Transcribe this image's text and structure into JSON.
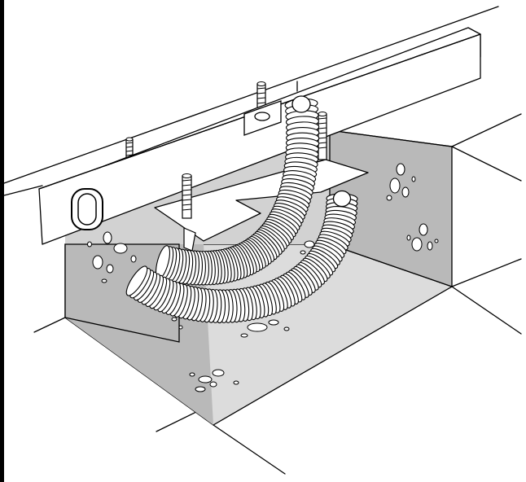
{
  "figure": {
    "style": "line-art",
    "colors": {
      "ink": "#000000",
      "paper": "#ffffff",
      "wall_shade": "#b9b9b9",
      "floor_shade": "#dcdcdc",
      "panel_fill": "#ffffff"
    },
    "parts": {
      "threaded_rods": 4,
      "flexible_hoses": 2
    }
  }
}
